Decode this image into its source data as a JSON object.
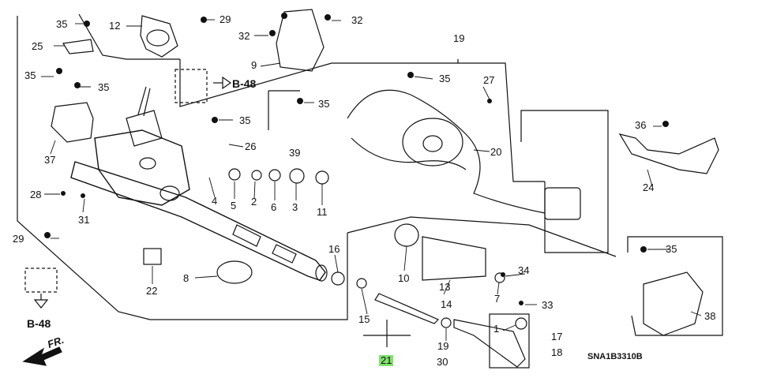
{
  "labels": {
    "p1": "1",
    "p2": "2",
    "p3": "3",
    "p4": "4",
    "p5": "5",
    "p6": "6",
    "p7": "7",
    "p8": "8",
    "p9": "9",
    "p10": "10",
    "p11": "11",
    "p12": "12",
    "p13": "13",
    "p14": "14",
    "p15": "15",
    "p16": "16",
    "p17": "17",
    "p18": "18",
    "p19": "19",
    "p20": "20",
    "p21": "21",
    "p22": "22",
    "p24": "24",
    "p25": "25",
    "p26": "26",
    "p27": "27",
    "p28": "28",
    "p29a": "29",
    "p29b": "29",
    "p30": "30",
    "p31": "31",
    "p32a": "32",
    "p32b": "32",
    "p33": "33",
    "p34": "34",
    "p35a": "35",
    "p35b": "35",
    "p35c": "35",
    "p35d": "35",
    "p35e": "35",
    "p35f": "35",
    "p35g": "35",
    "p36": "36",
    "p37": "37",
    "p38": "38",
    "p39": "39"
  },
  "refs": {
    "b48_top": "B-48",
    "b48_left": "B-48"
  },
  "front_marker": "FR.",
  "diagram_code": "SNA1B3310B",
  "highlight": {
    "part": "21",
    "color": "#7ee36b"
  },
  "colors": {
    "line": "#111111",
    "background": "#ffffff"
  }
}
